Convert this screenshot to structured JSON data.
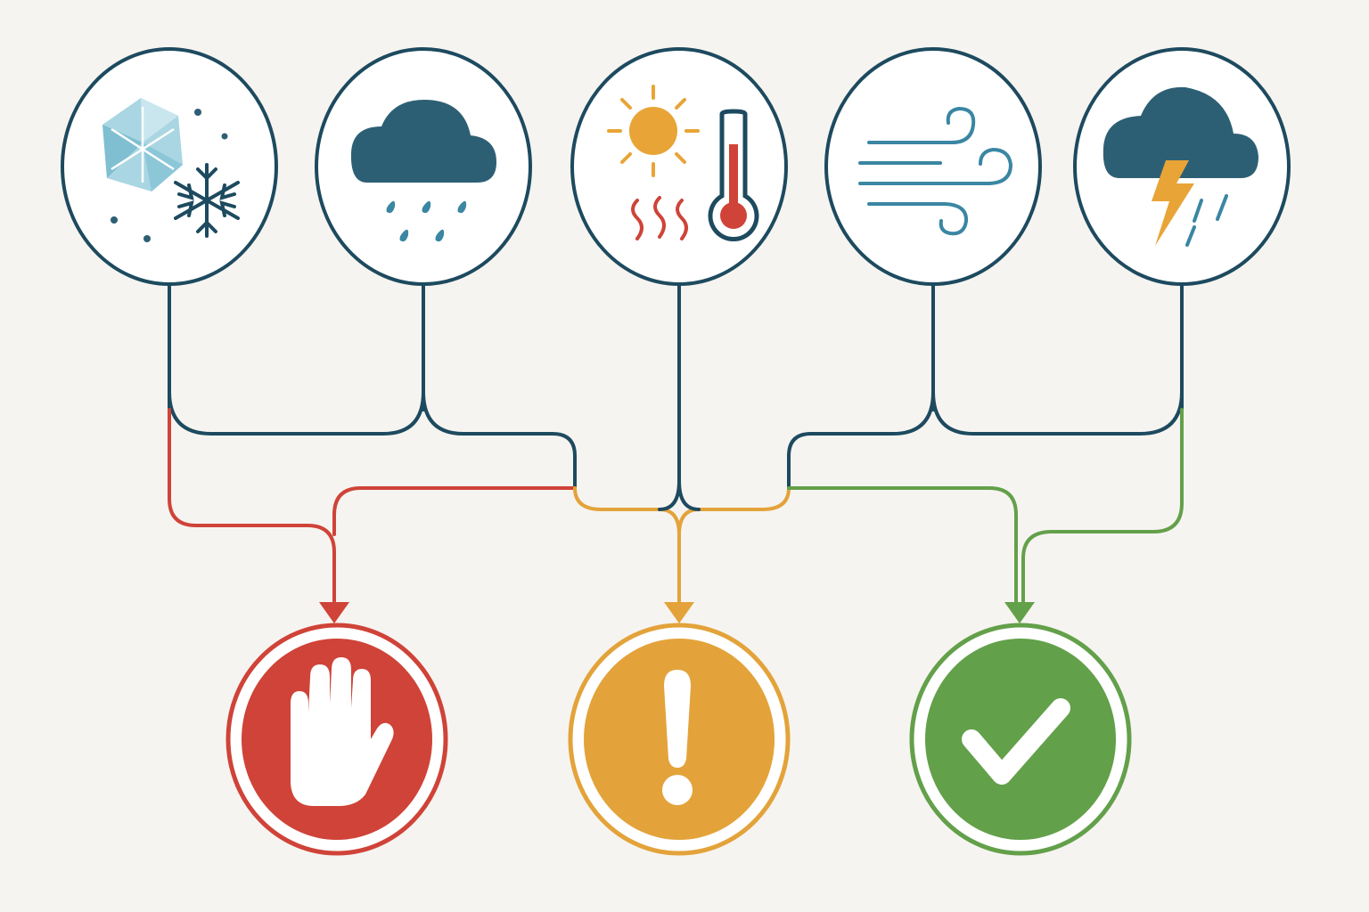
{
  "colors": {
    "background": "#f6f4f0",
    "outline": "#1d4a5f",
    "stop": "#cf4338",
    "caution": "#e3a33a",
    "go": "#63a04a",
    "ice_light": "#a9d6e2",
    "storm_cloud": "#2d5f74",
    "wind": "#3a86a3",
    "sun": "#e8a436"
  },
  "inputs": [
    {
      "icon": "snow-ice-icon",
      "condition": "snow and ice"
    },
    {
      "icon": "rain-cloud-icon",
      "condition": "rain"
    },
    {
      "icon": "sun-heat-thermometer-icon",
      "condition": "heat"
    },
    {
      "icon": "wind-icon",
      "condition": "wind"
    },
    {
      "icon": "thunderstorm-icon",
      "condition": "thunderstorm"
    }
  ],
  "outcomes": [
    {
      "icon": "stop-hand-icon",
      "status": "stop"
    },
    {
      "icon": "exclamation-icon",
      "status": "caution"
    },
    {
      "icon": "checkmark-icon",
      "status": "go"
    }
  ]
}
